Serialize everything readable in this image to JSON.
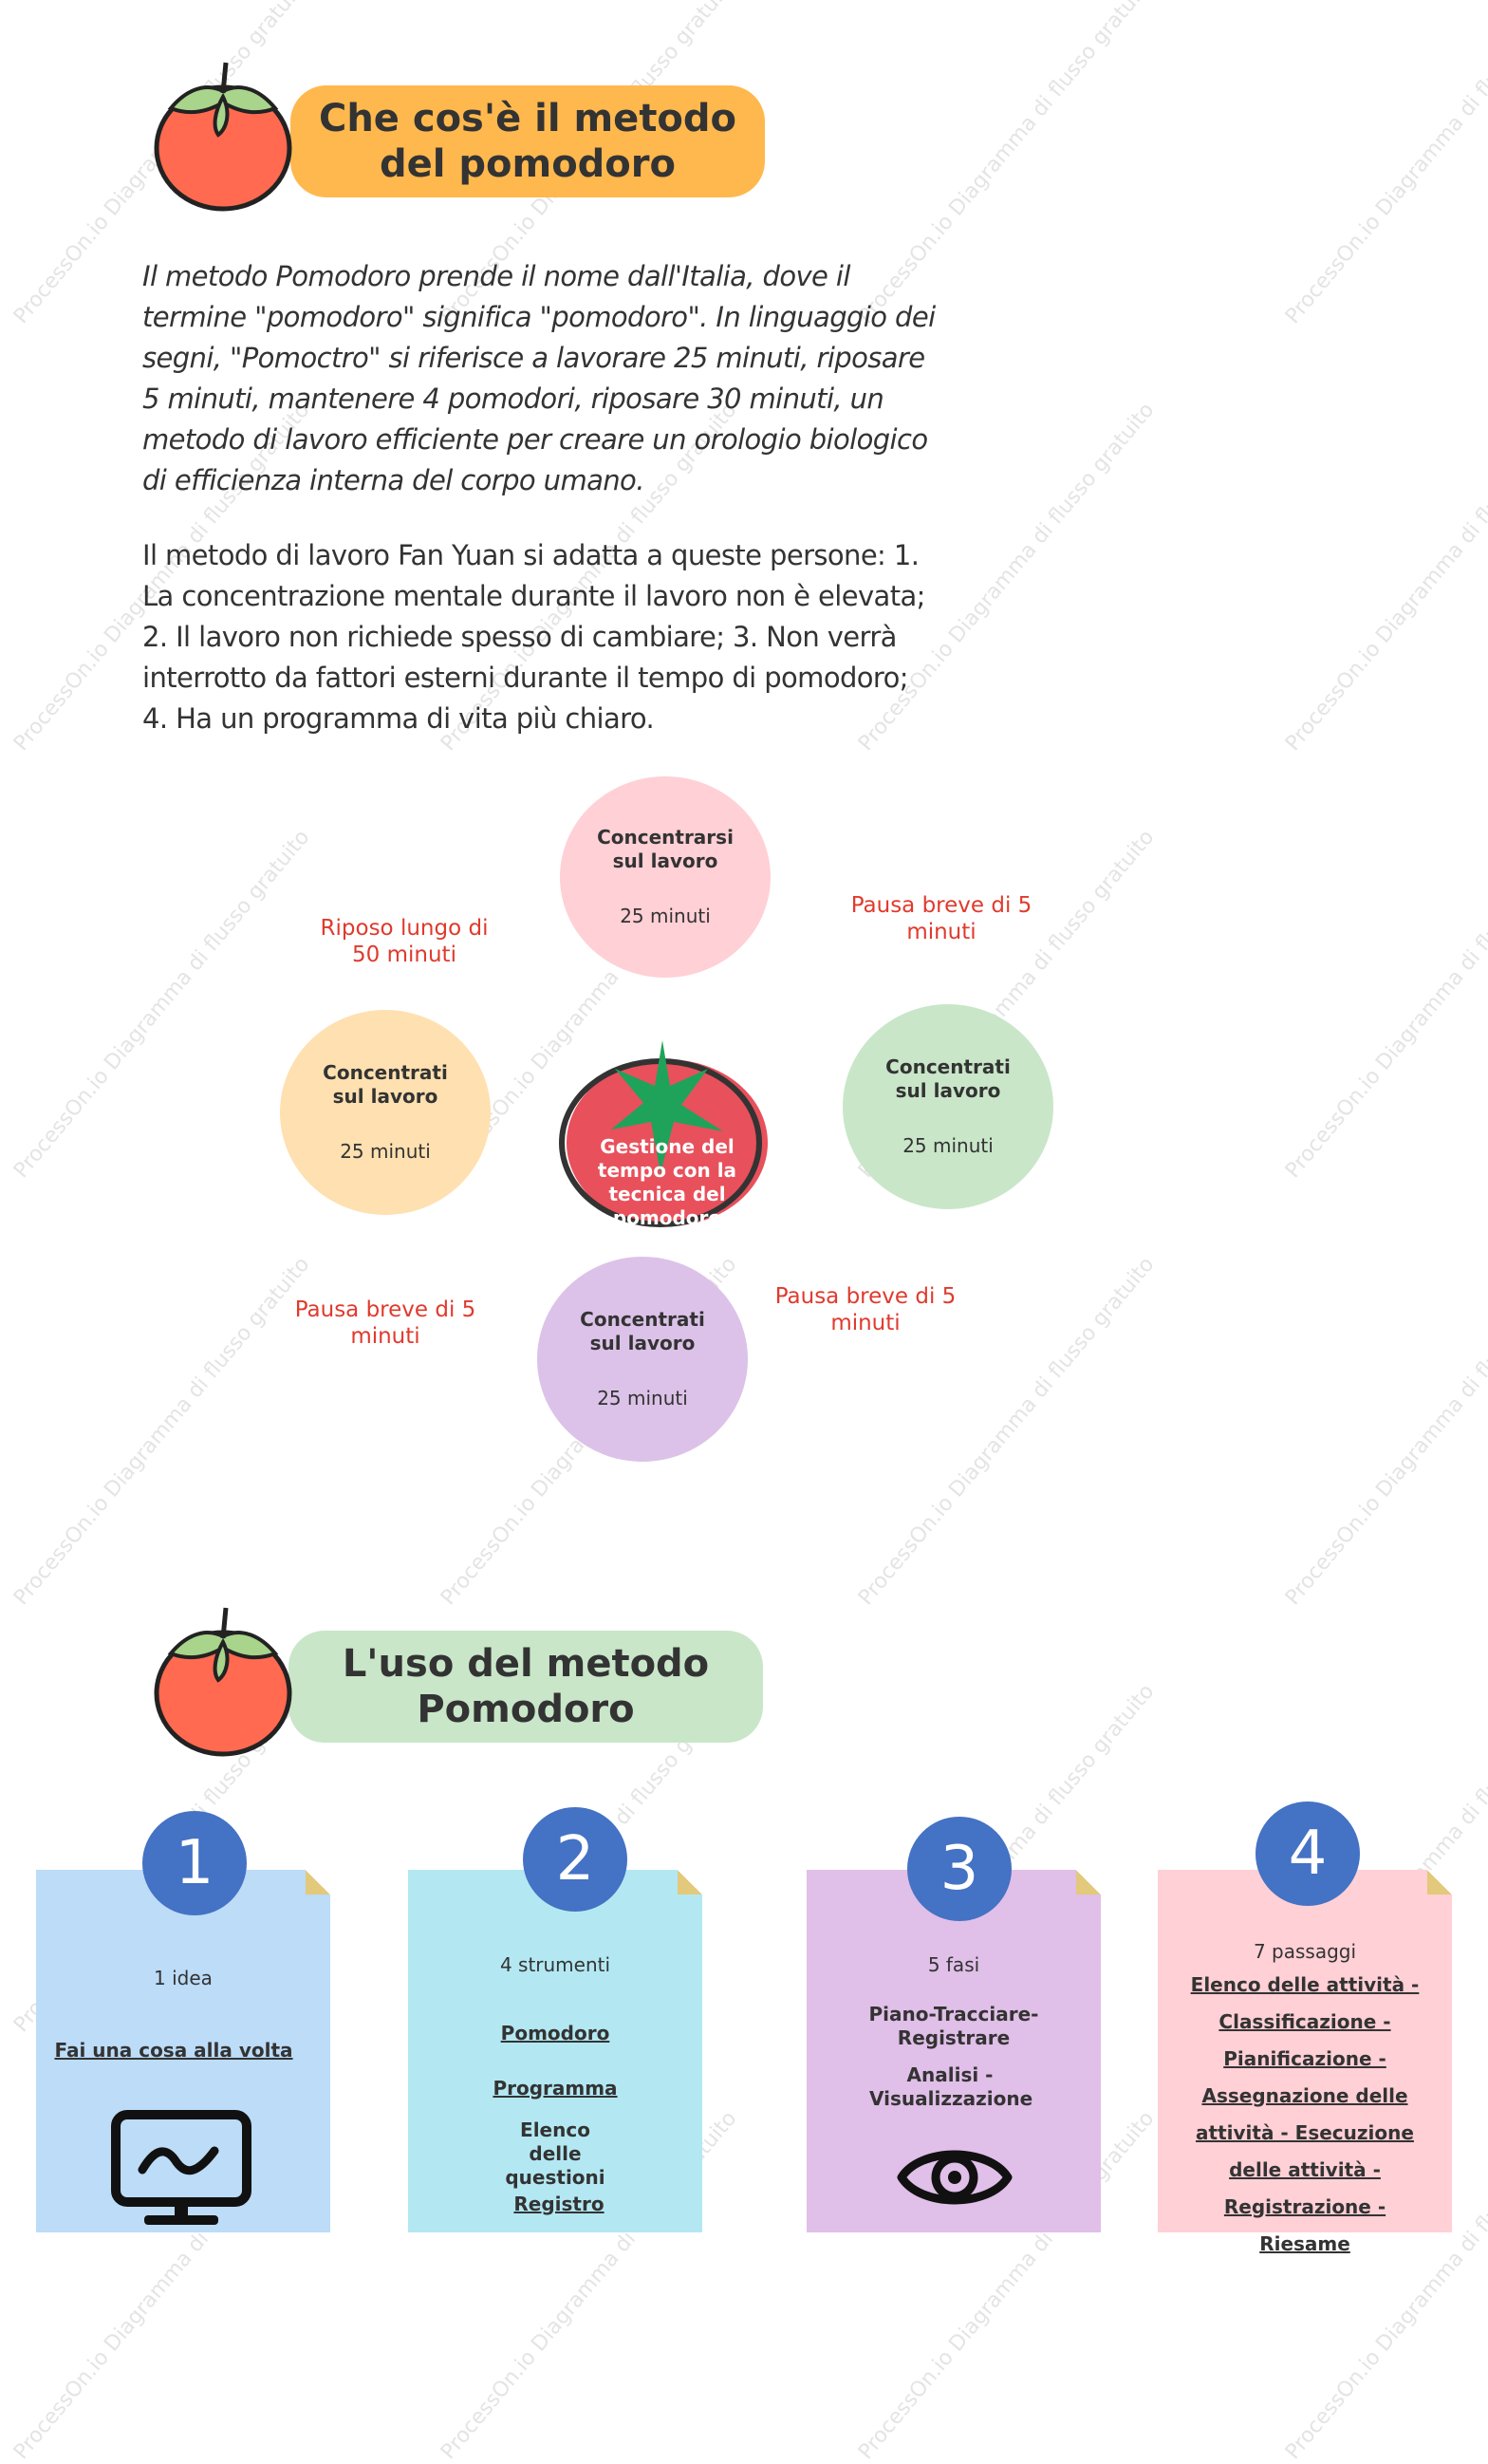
{
  "section1": {
    "title": "Che cos'è il metodo del pomodoro",
    "paragraph1": "Il metodo Pomodoro prende il nome dall'Italia, dove il termine \"pomodoro\" significa \"pomodoro\". In linguaggio dei segni, \"Pomoctro\" si riferisce a lavorare 25 minuti, riposare 5 minuti, mantenere 4 pomodori, riposare 30 minuti, un metodo di lavoro efficiente per creare un orologio biologico di efficienza interna del corpo umano.",
    "paragraph2": "Il metodo di lavoro Fan Yuan si adatta a queste persone: 1. La concentrazione mentale durante il lavoro non è elevata; 2. Il lavoro non richiede spesso di cambiare; 3. Non verrà interrotto da fattori esterni durante il tempo di pomodoro; 4. Ha un programma di vita più chiaro."
  },
  "diagram": {
    "center": "Gestione del tempo con la tecnica del pomodoro",
    "top": {
      "title": "Concentrarsi sul lavoro",
      "minutes": "25 minuti"
    },
    "right": {
      "title": "Concentrati sul lavoro",
      "minutes": "25 minuti"
    },
    "bottom": {
      "title": "Concentrati sul lavoro",
      "minutes": "25 minuti"
    },
    "left": {
      "title": "Concentrati sul lavoro",
      "minutes": "25 minuti"
    },
    "pause_top_left": "Riposo lungo di 50 minuti",
    "pause_top_right": "Pausa breve di 5 minuti",
    "pause_bottom_right": "Pausa breve di 5 minuti",
    "pause_bottom_left": "Pausa breve di 5 minuti",
    "colors": {
      "top": "#ffd0d6",
      "right": "#c9e6c9",
      "bottom": "#dcc2e8",
      "left": "#ffe0b0",
      "pause": "#e03a2d",
      "center": "#e8505b"
    }
  },
  "section2": {
    "title": "L'uso del metodo Pomodoro",
    "cards": [
      {
        "number": "1",
        "head": "1 idea",
        "links": [
          "Fai una cosa alla volta"
        ],
        "icon": "monitor-icon",
        "color": "#bcdcf8"
      },
      {
        "number": "2",
        "head": "4 strumenti",
        "links": [
          "Pomodoro",
          "Programma",
          "Elenco delle questioni",
          "Registro"
        ],
        "color": "#b3e8f3"
      },
      {
        "number": "3",
        "head": "5 fasi",
        "links": [
          "Piano-Tracciare-Registrare",
          "Analisi - Visualizzazione"
        ],
        "icon": "eye-icon",
        "color": "#e0bfe8"
      },
      {
        "number": "4",
        "head": "7 passaggi",
        "links": [
          "Elenco delle attività - Classificazione - Pianificazione - Assegnazione delle attività - Esecuzione delle attività - Registrazione - Riesame"
        ],
        "color": "#ffd0d6"
      }
    ]
  },
  "watermark": "ProcessOn.io Diagramma di flusso gratuito",
  "colors": {
    "header1": "#ffb84d",
    "header2": "#c9e6c9",
    "badge": "#4472c4"
  }
}
